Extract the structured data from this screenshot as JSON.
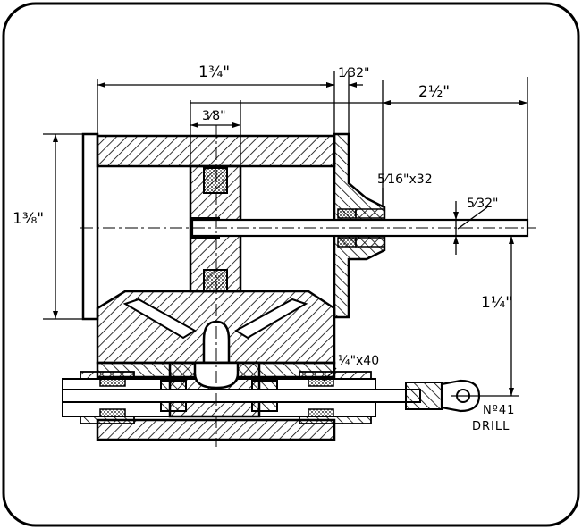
{
  "dimensions": {
    "width_overall": "1¾\"",
    "flange": "1⁄32\"",
    "shaft_length": "2½\"",
    "bearing_width": "3⁄8\"",
    "height": "1⅜\"",
    "thread_gland": "5⁄16\"x32",
    "shaft_dia": "5⁄32\"",
    "centre_height": "1¼\"",
    "thread_pipe": "¼\"x40",
    "drill_line1": "Nº41",
    "drill_line2": "DRILL"
  }
}
